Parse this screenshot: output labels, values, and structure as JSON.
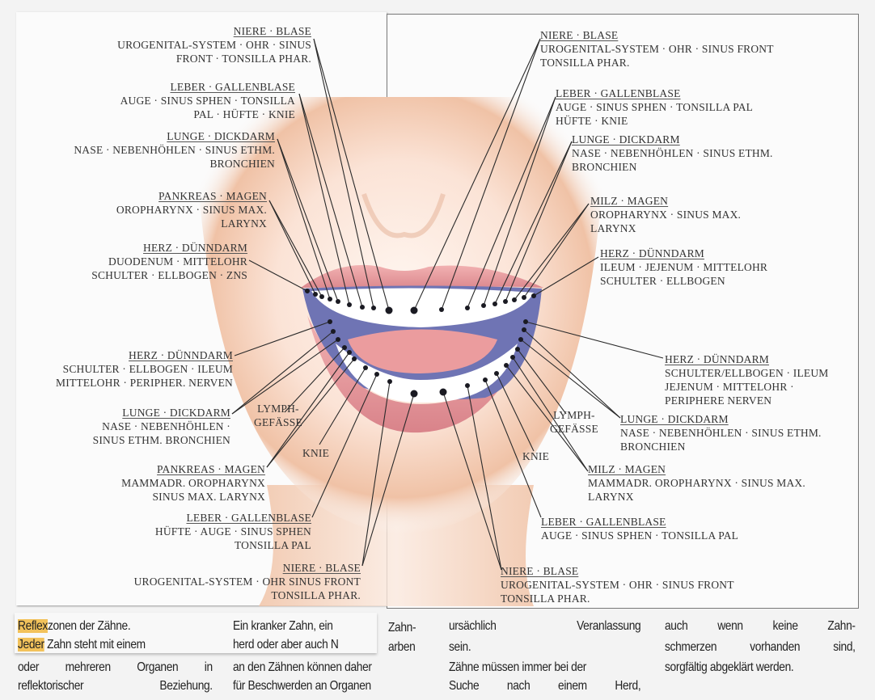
{
  "left_labels": [
    {
      "title": "NIERE · BLASE",
      "lines": [
        "UROGENITAL-SYSTEM · OHR · SINUS",
        "FRONT · TONSILLA PHAR."
      ]
    },
    {
      "title": "LEBER · GALLENBLASE",
      "lines": [
        "AUGE · SINUS SPHEN · TONSILLA",
        "PAL · HÜFTE · KNIE"
      ]
    },
    {
      "title": "LUNGE · DICKDARM",
      "lines": [
        "NASE · NEBENHÖHLEN · SINUS ETHM.",
        "BRONCHIEN"
      ]
    },
    {
      "title": "PANKREAS · MAGEN",
      "lines": [
        "OROPHARYNX · SINUS MAX.",
        "LARYNX"
      ]
    },
    {
      "title": "HERZ · DÜNNDARM",
      "lines": [
        "DUODENUM · MITTELOHR",
        "SCHULTER · ELLBOGEN · ZNS"
      ]
    },
    {
      "title": "HERZ · DÜNNDARM",
      "lines": [
        "SCHULTER · ELLBOGEN · ILEUM",
        "MITTELOHR · PERIPHER. NERVEN"
      ]
    },
    {
      "title": "LUNGE · DICKDARM",
      "lines": [
        "NASE · NEBENHÖHLEN ·",
        "SINUS ETHM.  BRONCHIEN"
      ]
    },
    {
      "title": "PANKREAS · MAGEN",
      "lines": [
        "MAMMADR. OROPHARYNX",
        "SINUS MAX. LARYNX"
      ]
    },
    {
      "title": "LEBER · GALLENBLASE",
      "lines": [
        "HÜFTE · AUGE · SINUS SPHEN",
        "TONSILLA PAL"
      ]
    },
    {
      "title": "NIERE · BLASE",
      "lines": [
        "UROGENITAL-SYSTEM · OHR SINUS FRONT",
        "TONSILLA PHAR."
      ]
    }
  ],
  "right_labels": [
    {
      "title": "NIERE · BLASE",
      "lines": [
        "UROGENITAL-SYSTEM · OHR · SINUS FRONT",
        "TONSILLA PHAR."
      ]
    },
    {
      "title": "LEBER · GALLENBLASE",
      "lines": [
        "AUGE · SINUS SPHEN · TONSILLA PAL",
        "HÜFTE · KNIE"
      ]
    },
    {
      "title": "LUNGE · DICKDARM",
      "lines": [
        "NASE · NEBENHÖHLEN · SINUS ETHM.",
        "BRONCHIEN"
      ]
    },
    {
      "title": "MILZ · MAGEN",
      "lines": [
        "OROPHARYNX · SINUS MAX.",
        "LARYNX"
      ]
    },
    {
      "title": "HERZ · DÜNNDARM",
      "lines": [
        "ILEUM · JEJENUM · MITTELOHR",
        "SCHULTER · ELLBOGEN"
      ]
    },
    {
      "title": "HERZ · DÜNNDARM",
      "lines": [
        "SCHULTER/ELLBOGEN · ILEUM",
        "JEJENUM · MITTELOHR ·",
        "PERIPHERE NERVEN"
      ]
    },
    {
      "title": "LUNGE · DICKDARM",
      "lines": [
        "NASE · NEBENHÖHLEN · SINUS ETHM.",
        "BRONCHIEN"
      ]
    },
    {
      "title": "MILZ · MAGEN",
      "lines": [
        "MAMMADR. OROPHARYNX · SINUS MAX.",
        "LARYNX"
      ]
    },
    {
      "title": "LEBER · GALLENBLASE",
      "lines": [
        "AUGE · SINUS SPHEN · TONSILLA PAL"
      ]
    },
    {
      "title": "NIERE · BLASE",
      "lines": [
        "UROGENITAL-SYSTEM · OHR · SINUS FRONT",
        "TONSILLA PHAR."
      ]
    }
  ],
  "extra_labels": {
    "lymph_1": "LYMPH-",
    "lymph_2": "GEFÄSSE",
    "knie": "KNIE"
  },
  "body_text": {
    "c1_hl1": "Reflex",
    "c1_l1": "zonen der Zähne.",
    "c1_hl2": "Jeder",
    "c1_l2": " Zahn steht mit einem",
    "c1_l3": [
      "oder",
      "mehreren",
      "Organen",
      "in"
    ],
    "c1_l4": [
      "reflektorischer",
      "Beziehung."
    ],
    "c2_l1": "Ein kranker Zahn, ein",
    "c2_l2": "herd oder aber auch N",
    "c2_l3": "an den Zähnen können daher",
    "c2_l4": "für Beschwerden an Organen",
    "c2b_l1": "Zahn-",
    "c2b_l2": "arben",
    "c3_l1": [
      "ursächlich",
      "Veranlassung"
    ],
    "c3_l2": "sein.",
    "c3_l3": "Zähne müssen immer bei der",
    "c3_l4": [
      "Suche",
      "nach",
      "einem",
      "Herd,"
    ],
    "c4_l1": [
      "auch",
      "wenn",
      "keine",
      "Zahn-"
    ],
    "c4_l2": [
      "schmerzen",
      "vorhanden",
      "sind,"
    ],
    "c4_l3": "sorgfältig abgeklärt werden."
  },
  "colors": {
    "highlight": "#f2c25b",
    "dot": "#1a1a22",
    "lip": "#e79a9c",
    "skin": "#f1c7ad"
  }
}
